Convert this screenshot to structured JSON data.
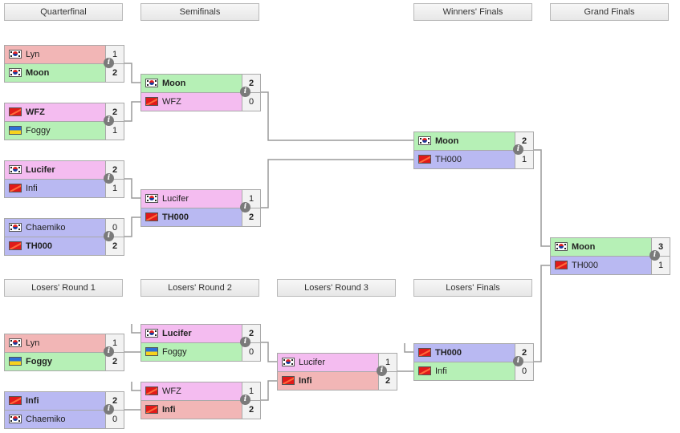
{
  "headers": {
    "quarterfinal": "Quarterfinal",
    "semifinals": "Semifinals",
    "winners_finals": "Winners' Finals",
    "grand_finals": "Grand Finals",
    "losers_r1": "Losers' Round 1",
    "losers_r2": "Losers' Round 2",
    "losers_r3": "Losers' Round 3",
    "losers_finals": "Losers' Finals"
  },
  "matches": {
    "qf1": {
      "p1": {
        "name": "Lyn",
        "score": "1",
        "flag": "kr",
        "color": "#f2b6b6"
      },
      "p2": {
        "name": "Moon",
        "score": "2",
        "flag": "kr",
        "color": "#b6f0b6"
      },
      "winner": 2
    },
    "qf2": {
      "p1": {
        "name": "WFZ",
        "score": "2",
        "flag": "cn",
        "color": "#f4bcf0"
      },
      "p2": {
        "name": "Foggy",
        "score": "1",
        "flag": "ua",
        "color": "#b6f0b6"
      },
      "winner": 1
    },
    "qf3": {
      "p1": {
        "name": "Lucifer",
        "score": "2",
        "flag": "kr",
        "color": "#f4bcf0"
      },
      "p2": {
        "name": "Infi",
        "score": "1",
        "flag": "cn",
        "color": "#b9b9f2"
      },
      "winner": 1
    },
    "qf4": {
      "p1": {
        "name": "Chaemiko",
        "score": "0",
        "flag": "kr",
        "color": "#b9b9f2"
      },
      "p2": {
        "name": "TH000",
        "score": "2",
        "flag": "cn",
        "color": "#b9b9f2"
      },
      "winner": 2
    },
    "sf1": {
      "p1": {
        "name": "Moon",
        "score": "2",
        "flag": "kr",
        "color": "#b6f0b6"
      },
      "p2": {
        "name": "WFZ",
        "score": "0",
        "flag": "cn",
        "color": "#f4bcf0"
      },
      "winner": 1
    },
    "sf2": {
      "p1": {
        "name": "Lucifer",
        "score": "1",
        "flag": "kr",
        "color": "#f4bcf0"
      },
      "p2": {
        "name": "TH000",
        "score": "2",
        "flag": "cn",
        "color": "#b9b9f2"
      },
      "winner": 2
    },
    "wf": {
      "p1": {
        "name": "Moon",
        "score": "2",
        "flag": "kr",
        "color": "#b6f0b6"
      },
      "p2": {
        "name": "TH000",
        "score": "1",
        "flag": "cn",
        "color": "#b9b9f2"
      },
      "winner": 1
    },
    "gf": {
      "p1": {
        "name": "Moon",
        "score": "3",
        "flag": "kr",
        "color": "#b6f0b6"
      },
      "p2": {
        "name": "TH000",
        "score": "1",
        "flag": "cn",
        "color": "#b9b9f2"
      },
      "winner": 1
    },
    "lr1a": {
      "p1": {
        "name": "Lyn",
        "score": "1",
        "flag": "kr",
        "color": "#f2b6b6"
      },
      "p2": {
        "name": "Foggy",
        "score": "2",
        "flag": "ua",
        "color": "#b6f0b6"
      },
      "winner": 2
    },
    "lr1b": {
      "p1": {
        "name": "Infi",
        "score": "2",
        "flag": "cn",
        "color": "#b9b9f2"
      },
      "p2": {
        "name": "Chaemiko",
        "score": "0",
        "flag": "kr",
        "color": "#b9b9f2"
      },
      "winner": 1
    },
    "lr2a": {
      "p1": {
        "name": "Lucifer",
        "score": "2",
        "flag": "kr",
        "color": "#f4bcf0"
      },
      "p2": {
        "name": "Foggy",
        "score": "0",
        "flag": "ua",
        "color": "#b6f0b6"
      },
      "winner": 1
    },
    "lr2b": {
      "p1": {
        "name": "WFZ",
        "score": "1",
        "flag": "cn",
        "color": "#f4bcf0"
      },
      "p2": {
        "name": "Infi",
        "score": "2",
        "flag": "cn",
        "color": "#f2b6b6"
      },
      "winner": 2
    },
    "lr3": {
      "p1": {
        "name": "Lucifer",
        "score": "1",
        "flag": "kr",
        "color": "#f4bcf0"
      },
      "p2": {
        "name": "Infi",
        "score": "2",
        "flag": "cn",
        "color": "#f2b6b6"
      },
      "winner": 2
    },
    "lf": {
      "p1": {
        "name": "TH000",
        "score": "2",
        "flag": "cn",
        "color": "#b9b9f2"
      },
      "p2": {
        "name": "Infi",
        "score": "0",
        "flag": "cn",
        "color": "#b6f0b6"
      },
      "winner": 1
    }
  },
  "info_icon": "info-icon",
  "line_color": "#9a9a9a"
}
